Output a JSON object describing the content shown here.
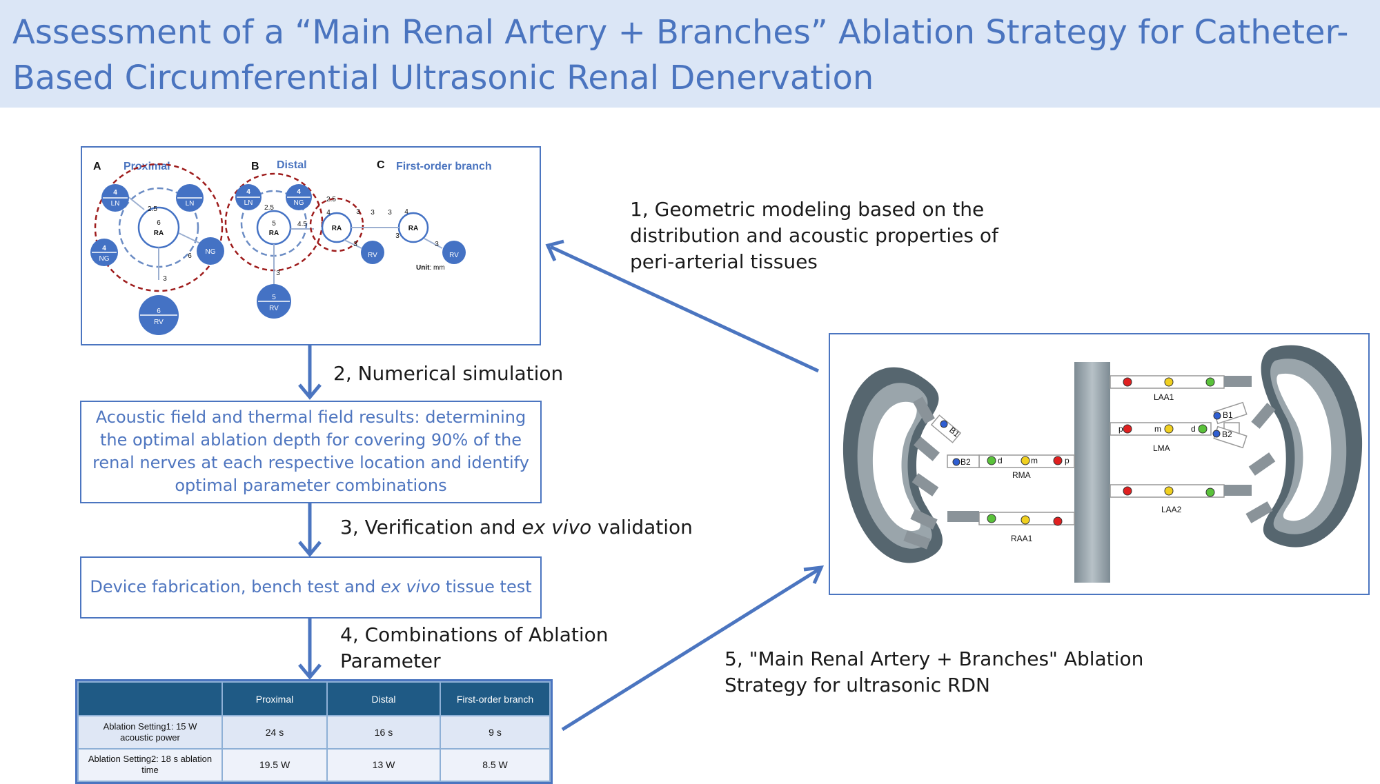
{
  "title": "Assessment of a “Main Renal Artery + Branches” Ablation Strategy for Catheter-Based Circumferential Ultrasonic Renal Denervation",
  "steps": {
    "s1": "1, Geometric modeling based on the distribution and acoustic properties of peri-arterial tissues",
    "s2": "2, Numerical simulation",
    "s3a": "3, Verification and ",
    "s3b": "ex vivo",
    "s3c": " validation",
    "s4": "4, Combinations of  Ablation Parameter",
    "s5": "5, \"Main Renal Artery + Branches\" Ablation Strategy for ultrasonic RDN"
  },
  "boxes": {
    "results": "Acoustic field and thermal field results: determining the optimal ablation depth for covering 90% of the renal nerves at each respective location and identify optimal parameter combinations",
    "device_a": "Device fabrication, bench test  and ",
    "device_b": "ex vivo",
    "device_c": " tissue test"
  },
  "panels": {
    "a_letter": "A",
    "a_name": "Proximal",
    "b_letter": "B",
    "b_name": "Distal",
    "c_letter": "C",
    "c_name": "First-order branch",
    "unit_bold": "Unit",
    "unit_rest": ": mm",
    "labels": {
      "ra": "RA",
      "ln": "LN",
      "ng": "NG",
      "rv": "RV",
      "n4": "4",
      "n6": "6",
      "n5": "5",
      "n25": "2.5",
      "n3": "3",
      "n45": "4.5"
    }
  },
  "anatomy": {
    "laa1": "LAA1",
    "lma": "LMA",
    "laa2": "LAA2",
    "rma": "RMA",
    "raa1": "RAA1",
    "b1": "B1",
    "b2": "B2",
    "d": "d",
    "m": "m",
    "p": "p"
  },
  "table": {
    "headers": [
      "",
      "Proximal",
      "Distal",
      "First-order branch"
    ],
    "rows": [
      [
        "Ablation Setting1:  15 W acoustic power",
        "24 s",
        "16 s",
        "9 s"
      ],
      [
        "Ablation Setting2: 18 s ablation time",
        "19.5 W",
        "13 W",
        "8.5 W"
      ]
    ]
  },
  "colors": {
    "accent": "#4b75c0",
    "title_band": "#dbe6f6",
    "nerve_blue": "#4472c4",
    "dashed_red": "#9e1c1c",
    "table_header": "#1f5a85"
  }
}
